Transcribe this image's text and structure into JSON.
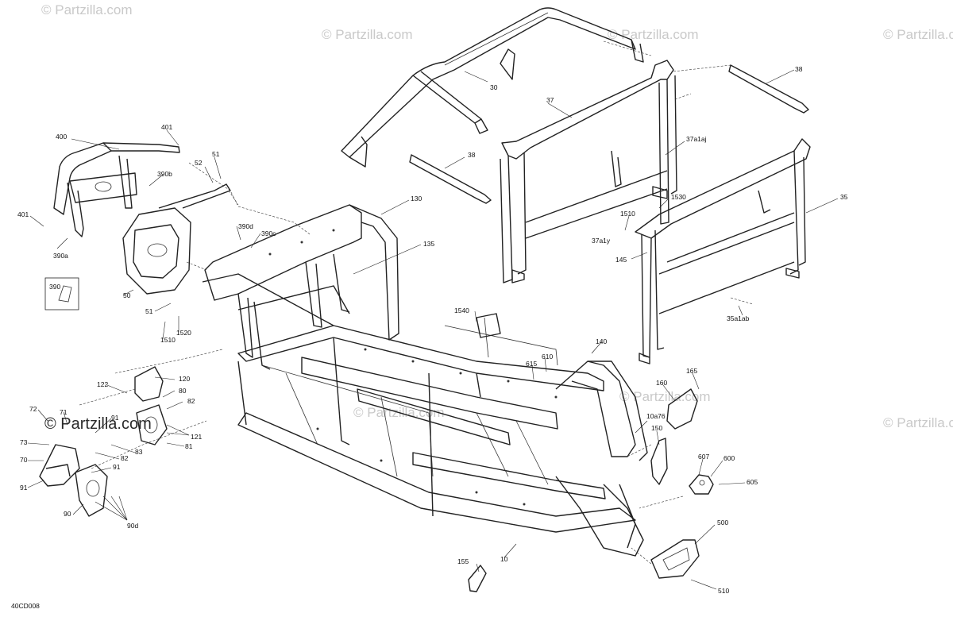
{
  "diagram": {
    "code": "40CD008",
    "watermarks": {
      "text": "© Partzilla.com",
      "featured": "© Partzilla.com"
    },
    "labels": {
      "l30": "30",
      "l37": "37",
      "l38a": "38",
      "l38b": "38",
      "l37a1aj": "37a1aj",
      "l1530": "1530",
      "l1510r": "1510",
      "l37a1y": "37a1y",
      "l35": "35",
      "l145": "145",
      "l35a1ab": "35a1ab",
      "l400": "400",
      "l401t": "401",
      "l51t": "51",
      "l52": "52",
      "l390b": "390b",
      "l401l": "401",
      "l390a": "390a",
      "l390d": "390d",
      "l390c": "390c",
      "l130": "130",
      "l135": "135",
      "l390": "390",
      "l50": "50",
      "l51b": "51",
      "l1520": "1520",
      "l1510l": "1510",
      "l1540": "1540",
      "l140": "140",
      "l610": "610",
      "l615": "615",
      "l120": "120",
      "l122": "122",
      "l80": "80",
      "l82a": "82",
      "l72": "72",
      "l71": "71",
      "l91a": "91",
      "l121": "121",
      "l81": "81",
      "l73": "73",
      "l83": "83",
      "l82b": "82",
      "l70": "70",
      "l91b": "91",
      "l91c": "91",
      "l90": "90",
      "l90d": "90d",
      "l165": "165",
      "l160": "160",
      "l10a76": "10a76",
      "l150": "150",
      "l607": "607",
      "l600": "600",
      "l605": "605",
      "l500": "500",
      "l155": "155",
      "l10": "10",
      "l510": "510"
    }
  }
}
